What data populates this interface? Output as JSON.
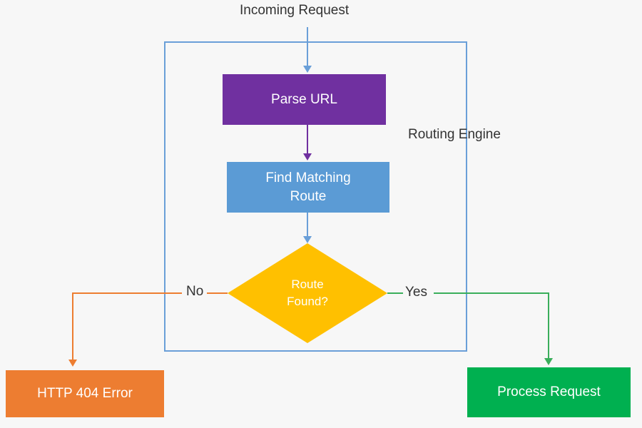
{
  "title": "Incoming Request",
  "container": {
    "label": "Routing Engine",
    "color": "#6a9fd8"
  },
  "steps": {
    "parse": {
      "label": "Parse URL",
      "color": "#7030a0"
    },
    "find": {
      "label": "Find Matching Route",
      "color": "#5b9bd5"
    }
  },
  "decision": {
    "label": "Route Found?",
    "color": "#ffc000"
  },
  "branches": {
    "no": {
      "label": "No",
      "color": "#ed7d31"
    },
    "yes": {
      "label": "Yes",
      "color": "#3aae5b"
    }
  },
  "outcomes": {
    "error": {
      "label": "HTTP 404 Error",
      "color": "#ed7d31"
    },
    "process": {
      "label": "Process Request",
      "color": "#00b050"
    }
  }
}
